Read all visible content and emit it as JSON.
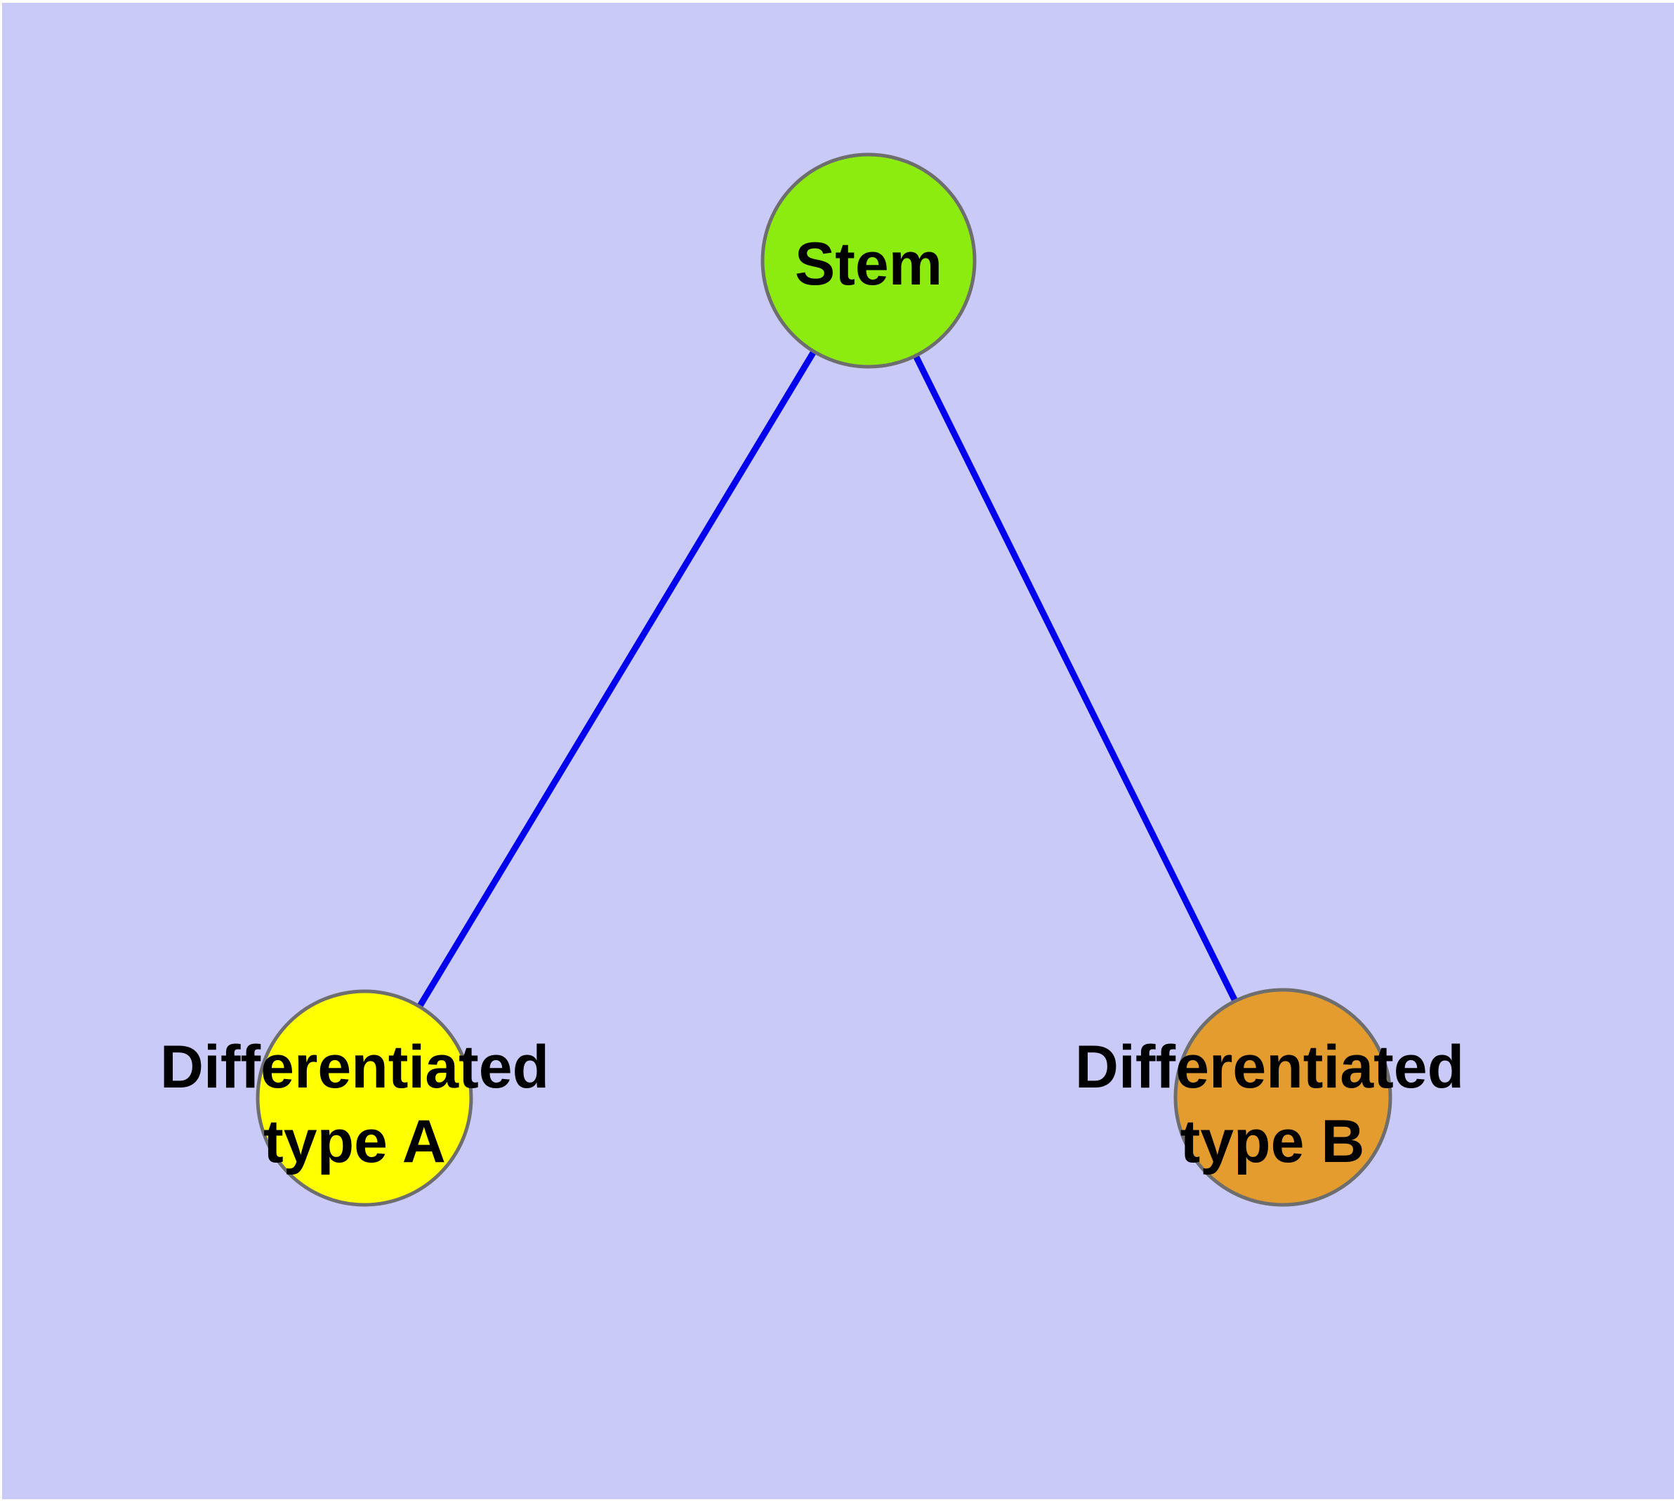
{
  "diagram": {
    "title": "",
    "background_color": "#CACAF8",
    "page_edge_color": "#FFFFFF",
    "edge_color": "#0000EE",
    "node_border_color": "#6E6E6E",
    "label_color": "#000000",
    "nodes": [
      {
        "id": "stem",
        "label": "Stem",
        "fill": "#8CEB0F"
      },
      {
        "id": "differentiated-type-a",
        "label_line1": "Differentiated",
        "label_line2": "type A",
        "label_full": "Differentiated type A",
        "fill": "#FFFF00"
      },
      {
        "id": "differentiated-type-b",
        "label_line1": "Differentiated",
        "label_line2": "type B",
        "label_full": "Differentiated type B",
        "fill": "#E39C2D"
      }
    ],
    "edges": [
      {
        "from": "Stem",
        "to": "Differentiated type A"
      },
      {
        "from": "Stem",
        "to": "Differentiated type B"
      }
    ]
  }
}
